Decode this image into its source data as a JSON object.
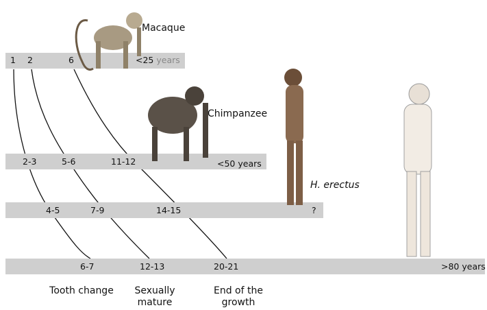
{
  "species": {
    "macaque": {
      "label": "Macaque",
      "lifespan_prefix": "<25",
      "lifespan_unit": "years",
      "milestones": [
        "1",
        "2",
        "6"
      ],
      "figure": "macaque-figure"
    },
    "chimpanzee": {
      "label": "Chimpanzee",
      "lifespan": "<50 years",
      "milestones": [
        "2-3",
        "5-6",
        "11-12"
      ],
      "figure": "chimpanzee-figure"
    },
    "erectus": {
      "label": "H. erectus",
      "lifespan": "?",
      "milestones": [
        "4-5",
        "7-9",
        "14-15"
      ],
      "figure": "homo-erectus-figure"
    },
    "human": {
      "lifespan": ">80 years",
      "milestones": [
        "6-7",
        "12-13",
        "20-21"
      ],
      "figure": "modern-human-figure"
    }
  },
  "legend": {
    "tooth_change": "Tooth change",
    "sexually_mature": "Sexually mature",
    "end_of_growth": "End of the growth"
  },
  "colors": {
    "bar": "#cfcfcf",
    "curve": "#111111",
    "lifespan_unit": "#888888"
  }
}
